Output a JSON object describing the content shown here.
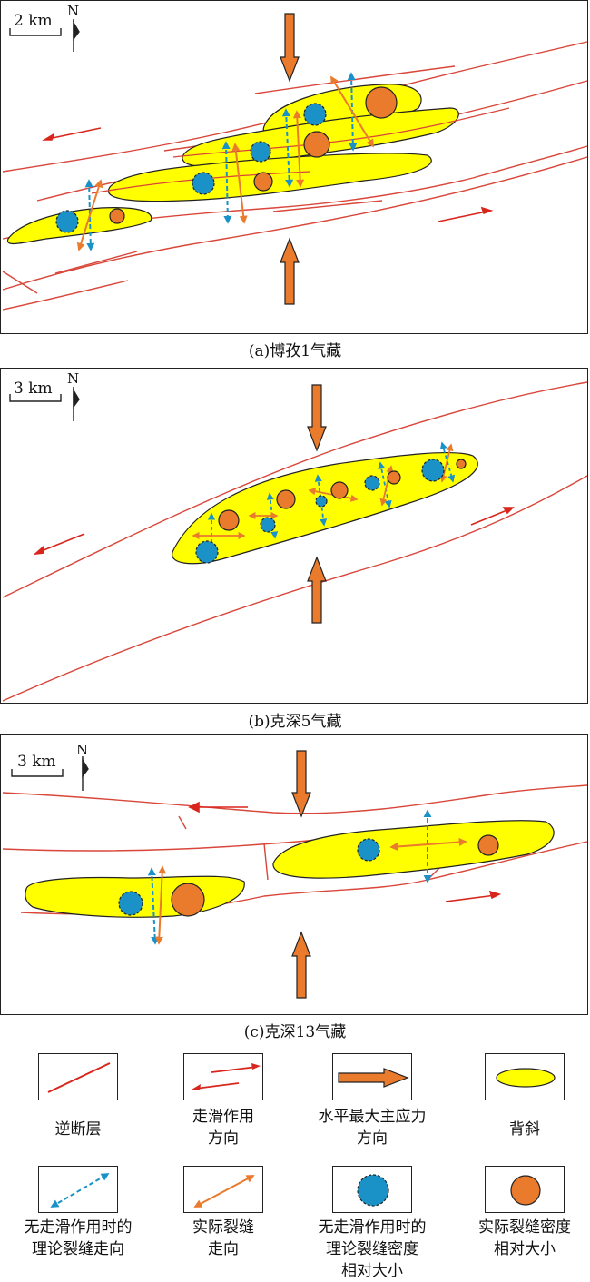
{
  "colors": {
    "fault": "#d9261c",
    "fault_thin": "#d9463a",
    "anticline_fill": "#ffff00",
    "stress_arrow": "#ea7a2c",
    "actual_fracture": "#ea7a2c",
    "theory_fracture": "#1a92c8",
    "theory_density": "#1a92c8",
    "actual_density": "#ea7a2c"
  },
  "panels": [
    {
      "id": "a",
      "caption": "(a)博孜1气藏",
      "scale_label": "2 km",
      "north_label": "N"
    },
    {
      "id": "b",
      "caption": "(b)克深5气藏",
      "scale_label": "3 km",
      "north_label": "N"
    },
    {
      "id": "c",
      "caption": "(c)克深13气藏",
      "scale_label": "3 km",
      "north_label": "N"
    }
  ],
  "legend": [
    {
      "key": "thrust_fault",
      "label": "逆断层",
      "icon": "red-line-icon"
    },
    {
      "key": "strike_slip",
      "label": "走滑作用\n方向",
      "icon": "strike-slip-arrows-icon"
    },
    {
      "key": "max_stress",
      "label": "水平最大主应力\n方向",
      "icon": "orange-arrow-icon"
    },
    {
      "key": "anticline",
      "label": "背斜",
      "icon": "yellow-ellipse-icon"
    },
    {
      "key": "theory_strike",
      "label": "无走滑作用时的\n理论裂缝走向",
      "icon": "blue-dashed-double-arrow-icon"
    },
    {
      "key": "actual_strike",
      "label": "实际裂缝\n走向",
      "icon": "orange-double-arrow-icon"
    },
    {
      "key": "theory_density",
      "label": "无走滑作用时的\n理论裂缝密度\n相对大小",
      "icon": "blue-circle-icon"
    },
    {
      "key": "actual_density",
      "label": "实际裂缝密度\n相对大小",
      "icon": "orange-circle-icon"
    }
  ]
}
